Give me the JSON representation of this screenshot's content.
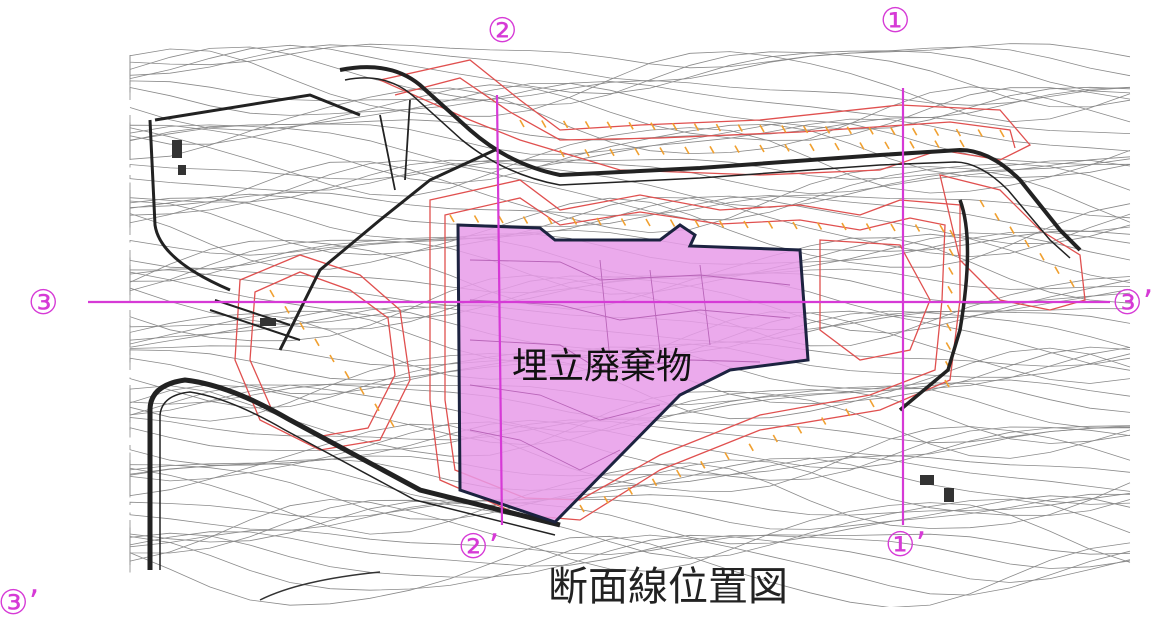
{
  "map": {
    "title": "断面線位置図",
    "fill_area_label": "埋立廃棄物",
    "section_labels": {
      "s1_start": "①",
      "s1_end": "①’",
      "s2_start": "②",
      "s2_end": "②’",
      "s3_start": "③",
      "s3_end": "③’",
      "s3_end_partial": "③’"
    },
    "colors": {
      "section_line": "#d63ad6",
      "fill_area": "#e79be9",
      "fill_outline": "#1c2340",
      "slope_lines": "#e0504f",
      "slope_ticks": "#f0a030",
      "road": "#222222",
      "contour": "#8a8a8a"
    }
  }
}
